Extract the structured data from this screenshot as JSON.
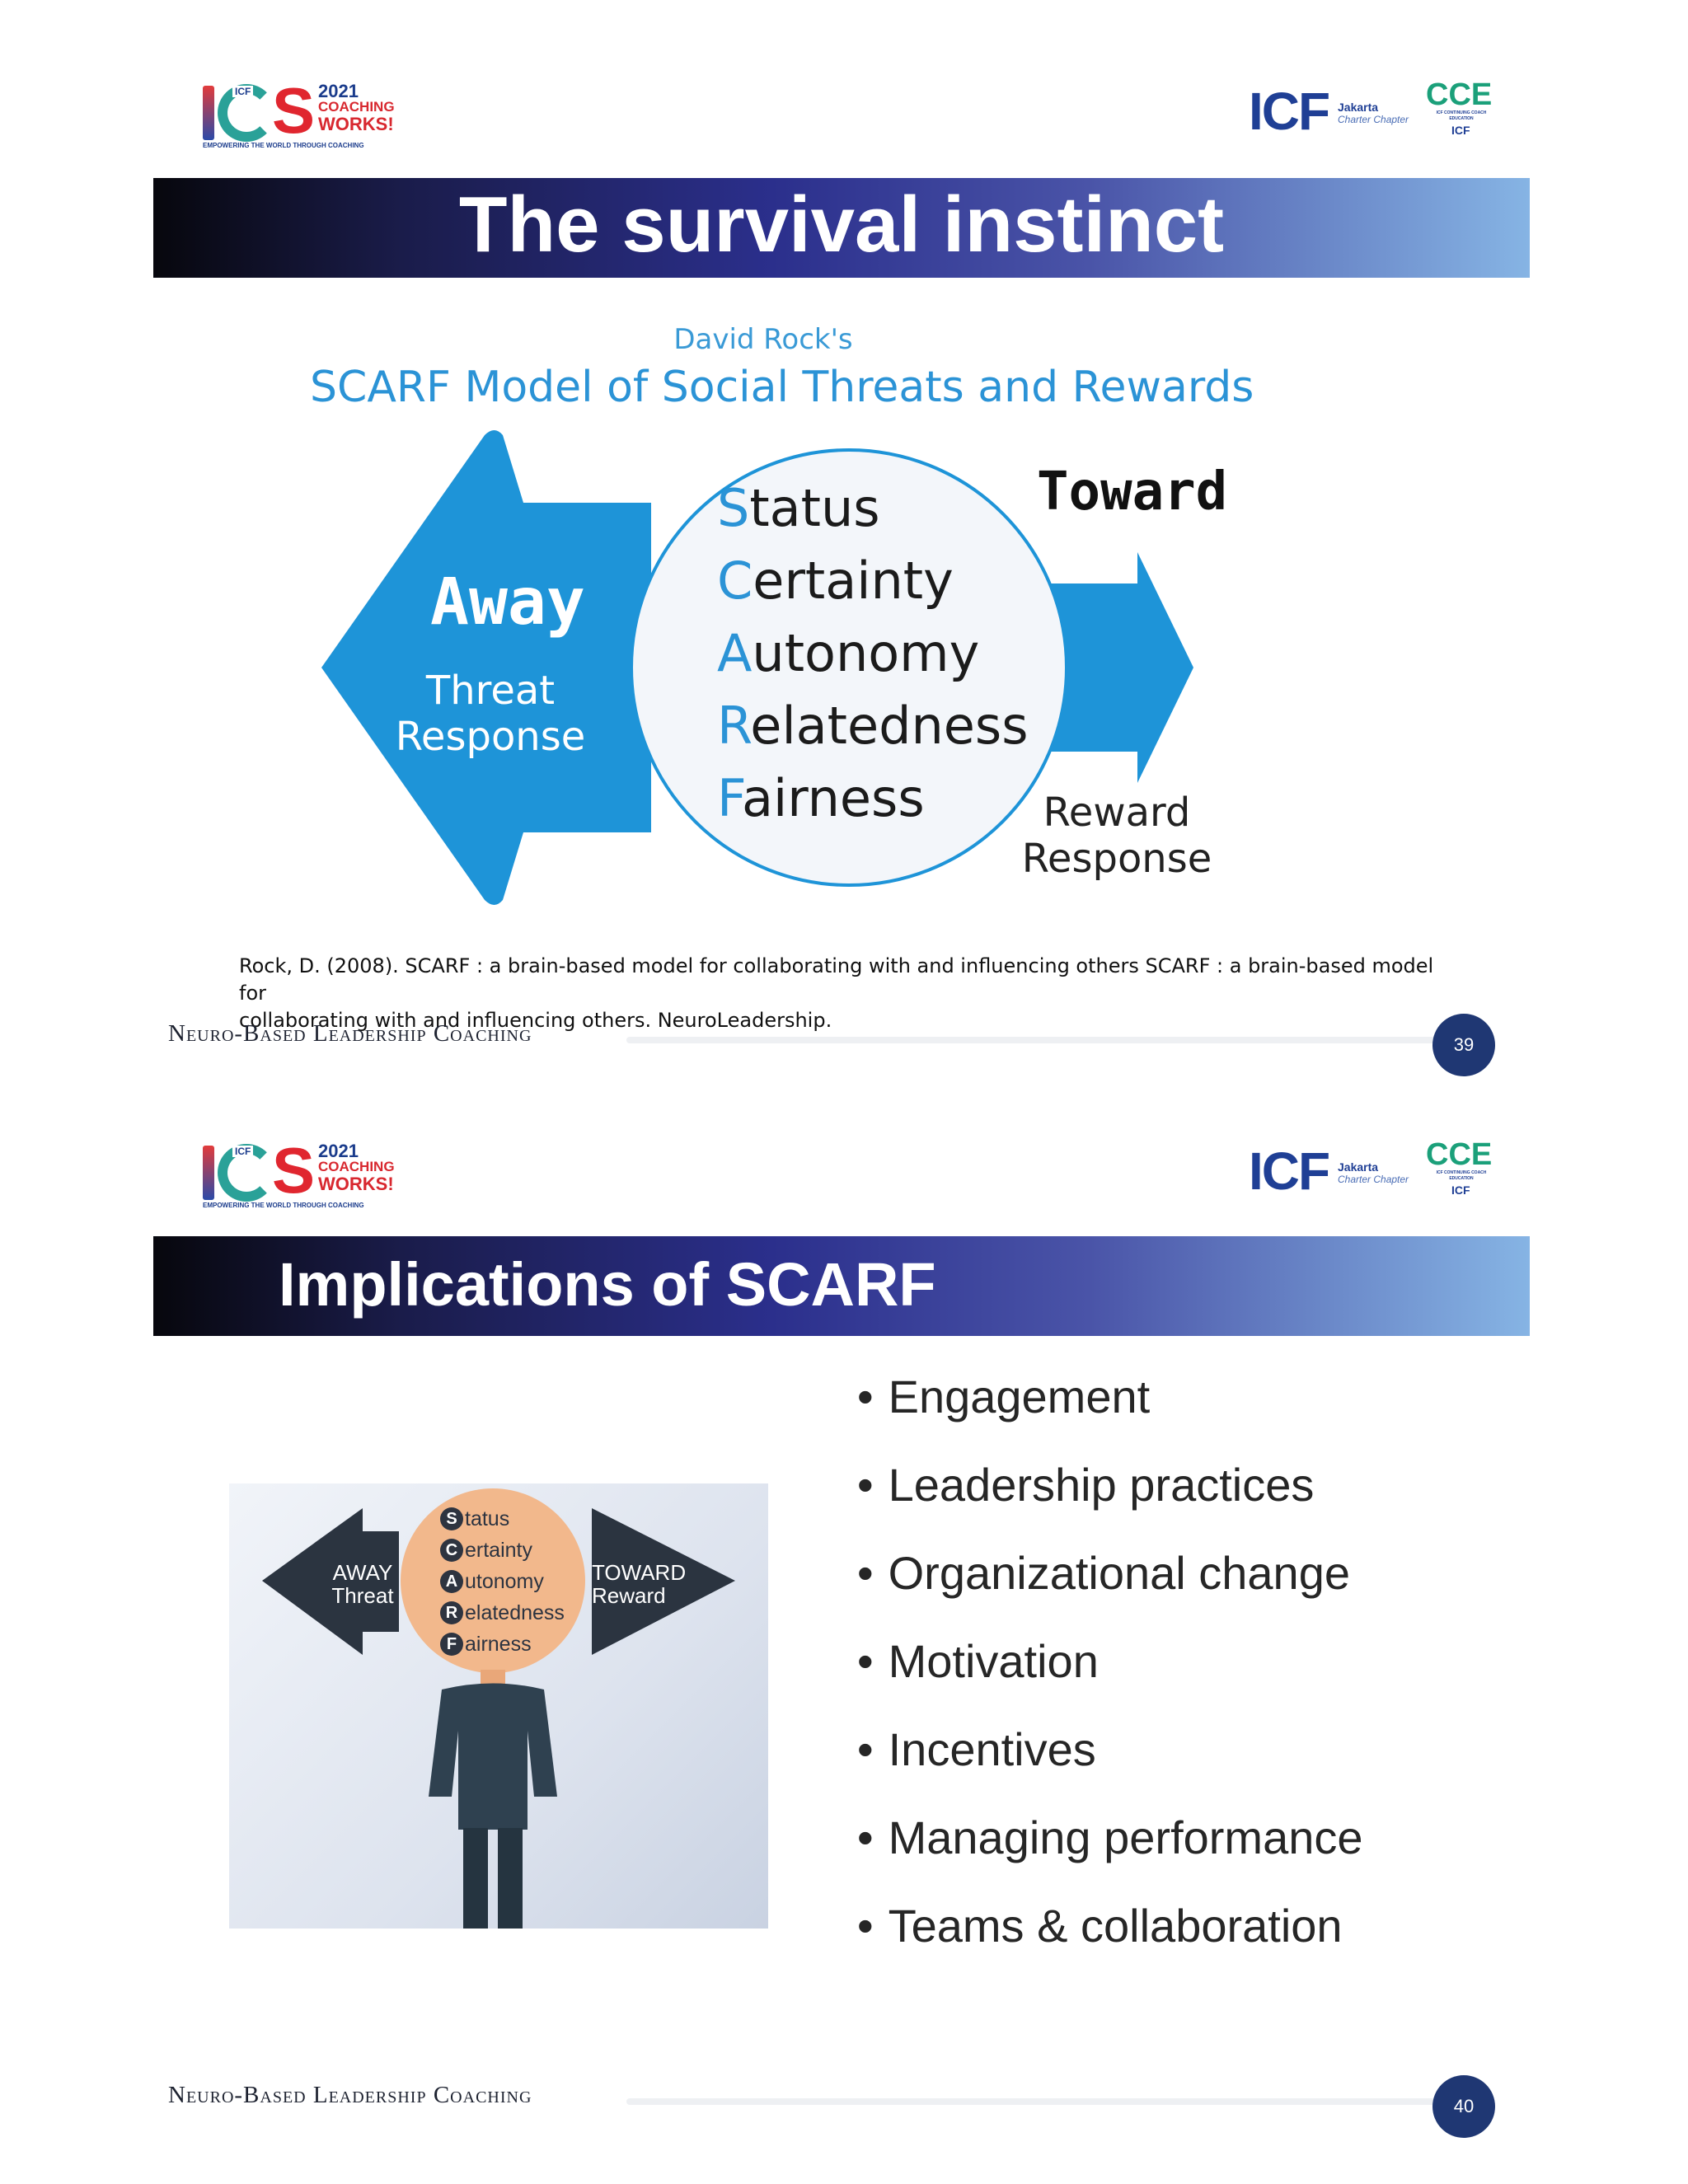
{
  "logos": {
    "ics": {
      "letter_icf": "ICF",
      "year": "2021",
      "line1": "COACHING",
      "line2": "WORKS!",
      "tagline": "EMPOWERING THE WORLD THROUGH COACHING"
    },
    "icf": {
      "main": "ICF",
      "chapter_line1": "Jakarta",
      "chapter_line2": "Charter Chapter",
      "cce": "CCE",
      "cce_sub": "ICF CONTINUING COACH EDUCATION",
      "cce_icf": "ICF"
    }
  },
  "slide1": {
    "title": "The survival instinct",
    "diagram": {
      "pre_title": "David Rock's",
      "title": "SCARF Model of Social Threats and Rewards",
      "words": [
        {
          "first": "S",
          "rest": "tatus"
        },
        {
          "first": "C",
          "rest": "ertainty"
        },
        {
          "first": "A",
          "rest": "utonomy"
        },
        {
          "first": "R",
          "rest": "elatedness"
        },
        {
          "first": "F",
          "rest": "airness"
        }
      ],
      "away": "Away",
      "away_sub1": "Threat",
      "away_sub2": "Response",
      "toward": "Toward",
      "reward_sub1": "Reward",
      "reward_sub2": "Response"
    },
    "reference_line1": "Rock, D. (2008). SCARF : a brain-based model for collaborating with and influencing others SCARF : a brain-based model for",
    "reference_line2": "collaborating with and influencing others. NeuroLeadership.",
    "footer": "Neuro-Based Leadership Coaching",
    "page": "39"
  },
  "slide2": {
    "title": "Implications of SCARF",
    "picture": {
      "away": "AWAY",
      "away_sub": "Threat",
      "toward": "TOWARD",
      "toward_sub": "Reward",
      "words": [
        {
          "first": "S",
          "rest": "tatus"
        },
        {
          "first": "C",
          "rest": "ertainty"
        },
        {
          "first": "A",
          "rest": "utonomy"
        },
        {
          "first": "R",
          "rest": "elatedness"
        },
        {
          "first": "F",
          "rest": "airness"
        }
      ]
    },
    "bullets": [
      "Engagement",
      "Leadership practices",
      "Organizational change",
      "Motivation",
      "Incentives",
      "Managing performance",
      "Teams & collaboration"
    ],
    "footer": "Neuro-Based Leadership Coaching",
    "page": "40"
  },
  "colors": {
    "banner_start": "#07070d",
    "banner_end": "#86b4e4",
    "diagram_blue": "#1e94d8",
    "page_circle": "#1f3773"
  }
}
